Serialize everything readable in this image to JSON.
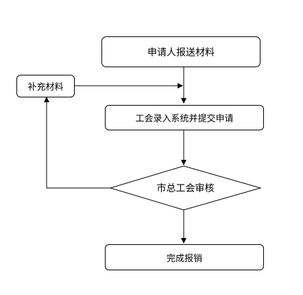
{
  "nodes": {
    "submit_materials": "申请人报送材料",
    "supplement_materials": "补充材料",
    "union_entry": "工会录入系统并提交申请",
    "city_review": "市总工会审核",
    "complete_reimbursement": "完成报销"
  }
}
